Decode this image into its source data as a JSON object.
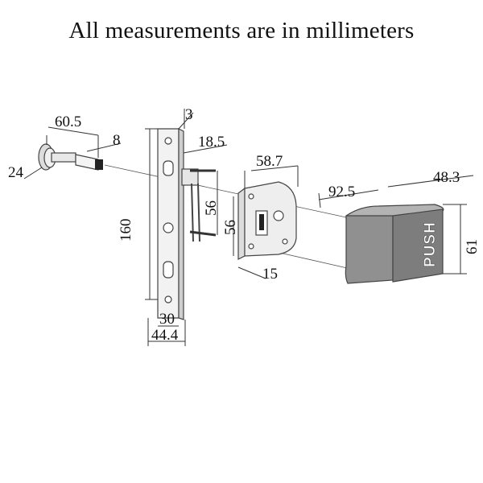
{
  "title": "All measurements are in millimeters",
  "dimensions": {
    "knob_length": "60.5",
    "spindle_width": "8",
    "knob_diameter": "24",
    "plate_thickness": "3",
    "bolt_length": "18.5",
    "plate_height": "160",
    "bolt_spacing": "56",
    "body_height": "56",
    "plate_width_inner": "30",
    "plate_width_outer": "44.4",
    "body_width": "58.7",
    "body_depth": "15",
    "push_length": "92.5",
    "push_depth": "48.3",
    "push_height": "61"
  },
  "push_label": "PUSH",
  "colors": {
    "push_top": "#b3b3b3",
    "push_front": "#7d7d7d",
    "push_side": "#909090",
    "lock_body": "#eeeeee",
    "plate": "#f2f2f2"
  }
}
